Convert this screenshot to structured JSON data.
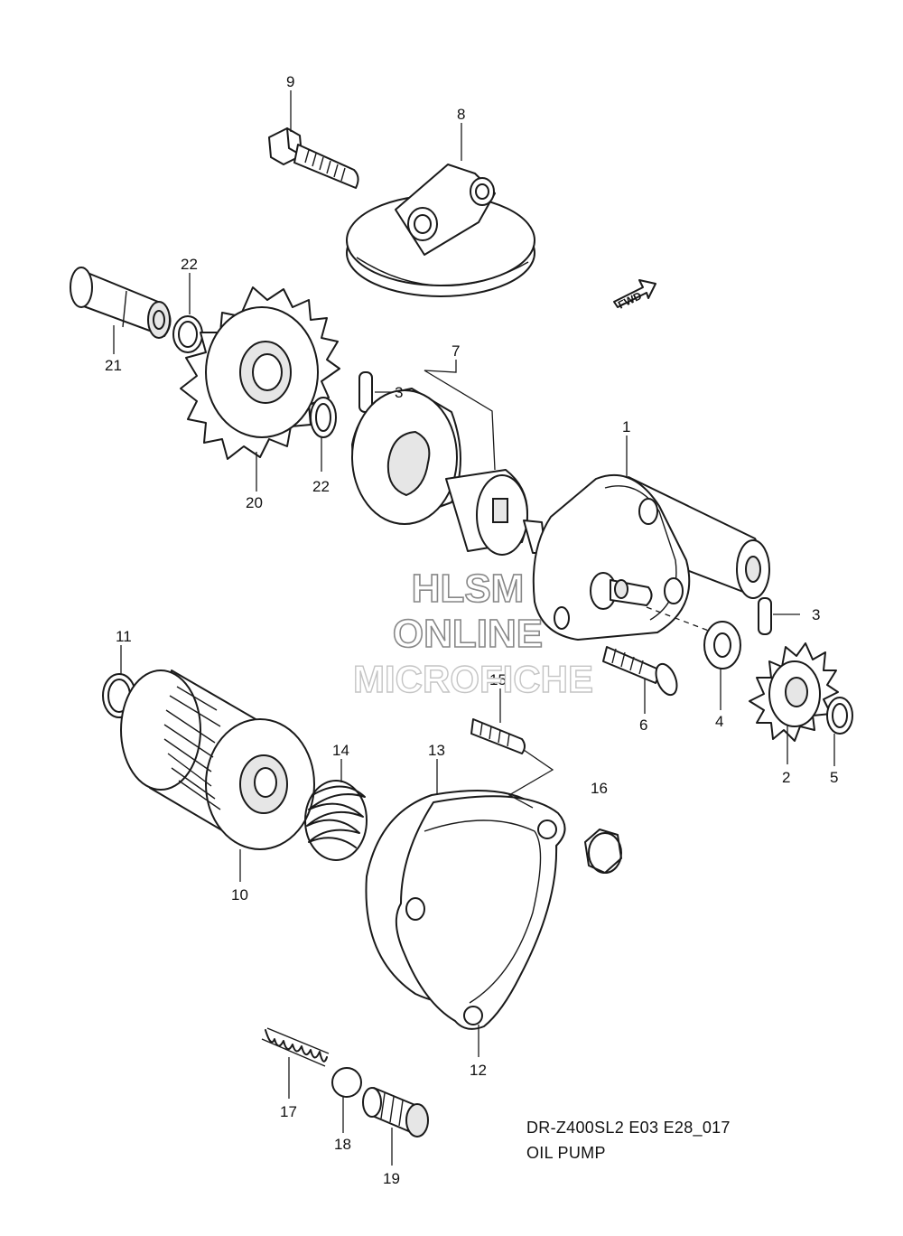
{
  "watermark": {
    "line1": "HLSM",
    "line2": "ONLINE",
    "line3": "MICROFICHE"
  },
  "direction_marker": "FWD",
  "caption": {
    "model_code": "DR-Z400SL2 E03 E28_017",
    "title": "OIL PUMP"
  },
  "callouts": {
    "c1": "1",
    "c2": "2",
    "c3a": "3",
    "c3b": "3",
    "c4": "4",
    "c5": "5",
    "c6": "6",
    "c7": "7",
    "c8": "8",
    "c9": "9",
    "c10": "10",
    "c11": "11",
    "c12": "12",
    "c13": "13",
    "c14": "14",
    "c15": "15",
    "c16": "16",
    "c17": "17",
    "c18": "18",
    "c19": "19",
    "c20": "20",
    "c21": "21",
    "c22a": "22",
    "c22b": "22"
  }
}
